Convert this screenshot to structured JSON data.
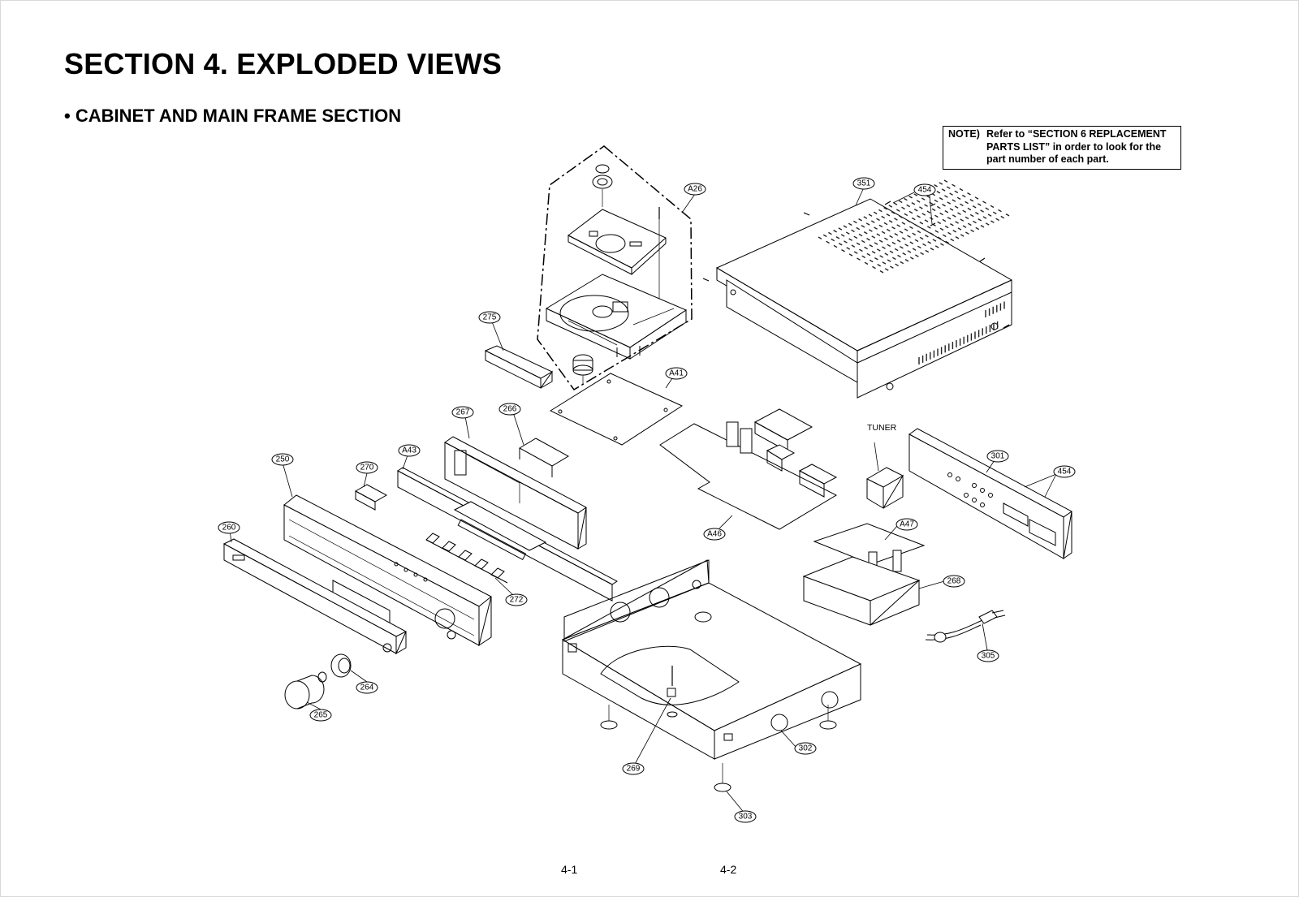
{
  "header": {
    "section_title": "SECTION 4. EXPLODED VIEWS",
    "subsection_title": "• CABINET AND MAIN FRAME SECTION"
  },
  "note": {
    "label": "NOTE)",
    "text": "Refer to “SECTION 6 REPLACEMENT PARTS LIST” in order to look for the part number of each part."
  },
  "diagram": {
    "tuner_label": "TUNER",
    "callouts": {
      "a26": "A26",
      "c351": "351",
      "c454_top": "454",
      "c275": "275",
      "a41": "A41",
      "c267": "267",
      "c266": "266",
      "a43": "A43",
      "c250": "250",
      "c270": "270",
      "c260": "260",
      "c272": "272",
      "c264": "264",
      "c265": "265",
      "a46": "A46",
      "c301": "301",
      "c454_right": "454",
      "a47": "A47",
      "c268": "268",
      "c305": "305",
      "c302": "302",
      "c269": "269",
      "c303": "303"
    }
  },
  "footer": {
    "page_left": "4-1",
    "page_right": "4-2"
  }
}
